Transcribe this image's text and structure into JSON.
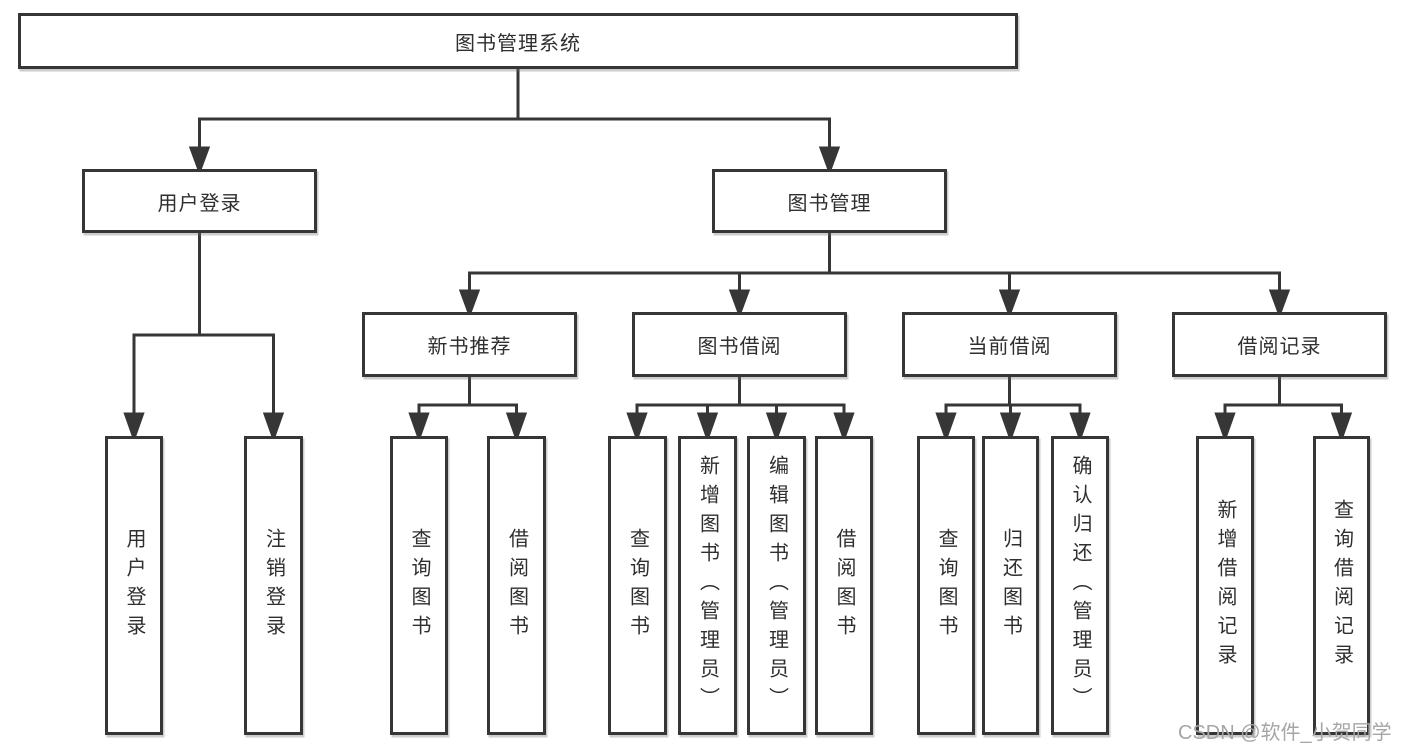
{
  "diagram": {
    "root": {
      "label": "图书管理系统"
    },
    "level1": [
      {
        "label": "用户登录"
      },
      {
        "label": "图书管理"
      }
    ],
    "level2": [
      {
        "label": "新书推荐"
      },
      {
        "label": "图书借阅"
      },
      {
        "label": "当前借阅"
      },
      {
        "label": "借阅记录"
      }
    ],
    "leaves": {
      "user_login": [
        {
          "label": "用户登录"
        },
        {
          "label": "注销登录"
        }
      ],
      "new_book": [
        {
          "label": "查询图书"
        },
        {
          "label": "借阅图书"
        }
      ],
      "book_borrow": [
        {
          "label": "查询图书"
        },
        {
          "label": "新增图书（管理员）"
        },
        {
          "label": "编辑图书（管理员）"
        },
        {
          "label": "借阅图书"
        }
      ],
      "current_borrow": [
        {
          "label": "查询图书"
        },
        {
          "label": "归还图书"
        },
        {
          "label": "确认归还（管理员）"
        }
      ],
      "borrow_record": [
        {
          "label": "新增借阅记录"
        },
        {
          "label": "查询借阅记录"
        }
      ]
    }
  },
  "watermark": "CSDN @软件_小贺同学",
  "colors": {
    "line": "#363636",
    "text": "#2f2f2f",
    "watermark": "#a6a6a6",
    "background": "#ffffff"
  }
}
